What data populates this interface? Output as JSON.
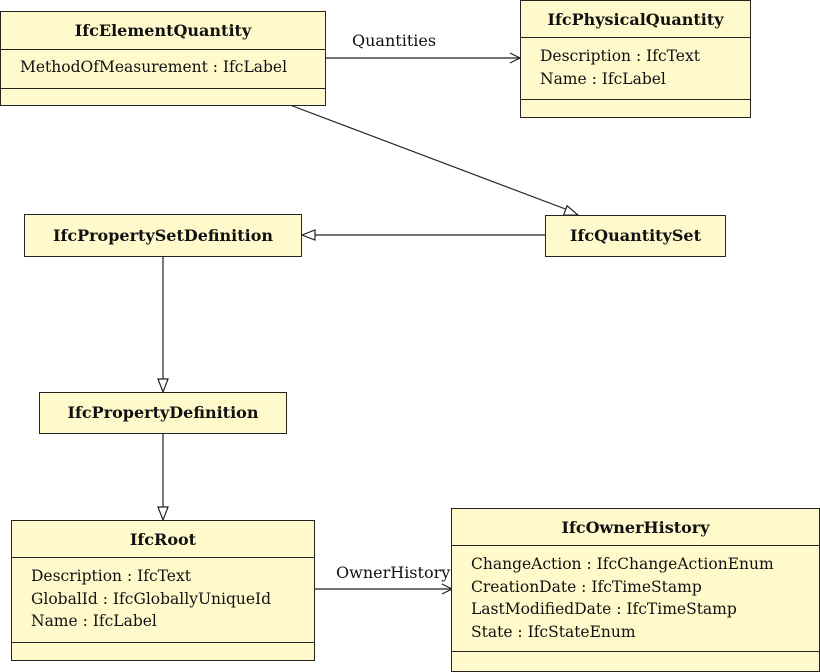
{
  "classes": {
    "element_quantity": {
      "name": "IfcElementQuantity",
      "attributes": [
        "MethodOfMeasurement : IfcLabel"
      ]
    },
    "physical_quantity": {
      "name": "IfcPhysicalQuantity",
      "attributes": [
        "Description : IfcText",
        "Name : IfcLabel"
      ]
    },
    "property_set_definition": {
      "name": "IfcPropertySetDefinition"
    },
    "quantity_set": {
      "name": "IfcQuantitySet"
    },
    "property_definition": {
      "name": "IfcPropertyDefinition"
    },
    "root": {
      "name": "IfcRoot",
      "attributes": [
        "Description : IfcText",
        "GlobalId : IfcGloballyUniqueId",
        "Name : IfcLabel"
      ]
    },
    "owner_history": {
      "name": "IfcOwnerHistory",
      "attributes": [
        "ChangeAction : IfcChangeActionEnum",
        "CreationDate : IfcTimeStamp",
        "LastModifiedDate : IfcTimeStamp",
        "State : IfcStateEnum"
      ]
    }
  },
  "associations": {
    "quantities": {
      "label": "Quantities"
    },
    "owner_history": {
      "label": "OwnerHistory"
    }
  },
  "colors": {
    "class_fill": "#fff9cc",
    "stroke": "#222222"
  }
}
